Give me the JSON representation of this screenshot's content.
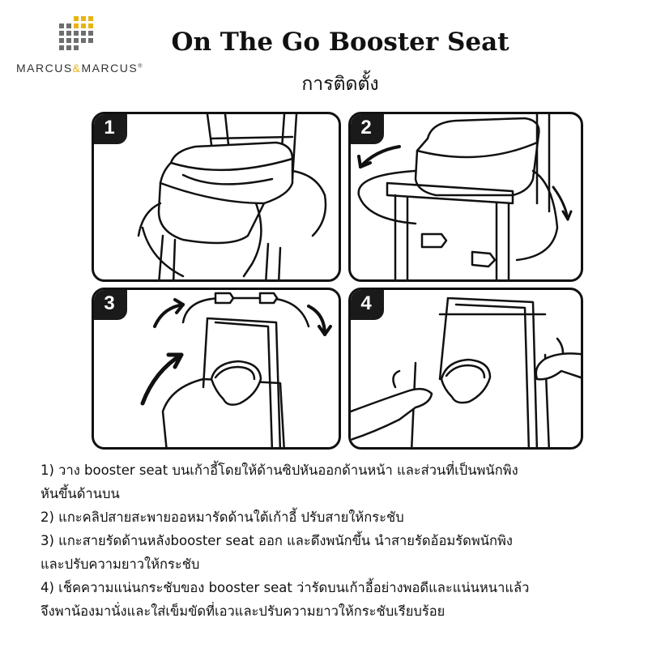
{
  "brand": {
    "name_left": "MARCUS",
    "name_amp": "&",
    "name_right": "MARCUS",
    "registered": "®",
    "accent_color": "#e7b413",
    "grid_color": "#6e6e6e"
  },
  "title": "On The Go Booster Seat",
  "subtitle": "การติดตั้ง",
  "panels": [
    {
      "number": "1",
      "icon": "booster-on-chair-icon"
    },
    {
      "number": "2",
      "icon": "strap-under-chair-icon"
    },
    {
      "number": "3",
      "icon": "raise-backrest-icon"
    },
    {
      "number": "4",
      "icon": "check-fit-icon"
    }
  ],
  "steps": [
    {
      "lines": [
        "1) วาง booster seat บนเก้าอี้โดยให้ด้านซิปหันออกด้านหน้า และส่วนที่เป็นพนักพิง",
        "หันขึ้นด้านบน"
      ]
    },
    {
      "lines": [
        "2) แกะคลิปสายสะพายออหมารัดด้านใต้เก้าอี้  ปรับสายให้กระชับ"
      ]
    },
    {
      "lines": [
        "3) แกะสายรัดด้านหลังbooster seat ออก และดึงพนักขึ้น นำสายรัดอ้อมรัดพนักพิง",
        "และปรับความยาวให้กระชับ"
      ]
    },
    {
      "lines": [
        "4) เช็คความแน่นกระชับของ booster seat ว่ารัดบนเก้าอี้อย่างพอดีและแน่นหนาแล้ว",
        "จึงพาน้องมานั่งและใส่เข็มขัดที่เอวและปรับความยาวให้กระชับเรียบร้อย"
      ]
    }
  ]
}
